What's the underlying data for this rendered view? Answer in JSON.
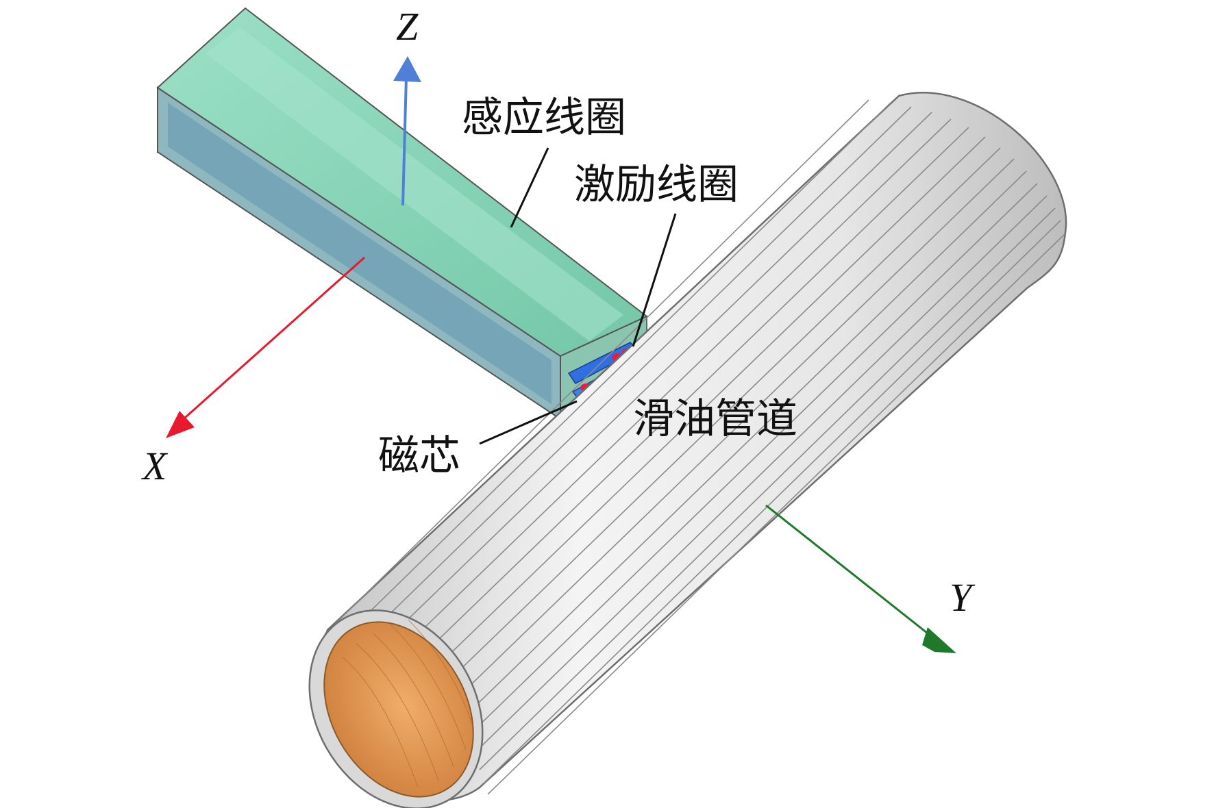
{
  "figure": {
    "labels": {
      "induction_coil": "感应线圈",
      "excitation_coil": "激励线圈",
      "magnetic_core": "磁芯",
      "oil_pipe": "滑油管道"
    },
    "axes": {
      "x": "X",
      "y": "Y",
      "z": "Z"
    },
    "colors": {
      "x_axis": "#e8182e",
      "y_axis": "#1e7a2a",
      "z_axis": "#4f7fd8",
      "coil_fill": "#86d3b4",
      "pipe_outer": "#e6e6e6",
      "pipe_inner": "#e39a55",
      "core_blue": "#2f6fe0",
      "core_red": "#e0204a"
    }
  }
}
